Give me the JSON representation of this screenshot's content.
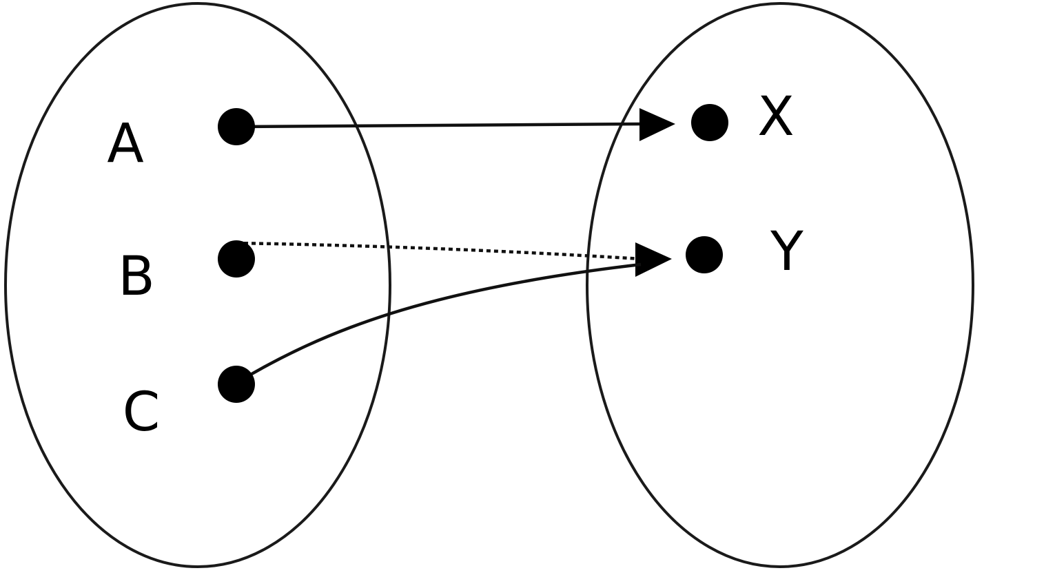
{
  "sets": {
    "domain": {
      "elements": [
        {
          "id": "a",
          "label": "A"
        },
        {
          "id": "b",
          "label": "B"
        },
        {
          "id": "c",
          "label": "C"
        }
      ]
    },
    "codomain": {
      "elements": [
        {
          "id": "x",
          "label": "X"
        },
        {
          "id": "y",
          "label": "Y"
        }
      ]
    }
  },
  "mappings": [
    {
      "from": "A",
      "to": "X",
      "style": "solid"
    },
    {
      "from": "B",
      "to": "Y",
      "style": "dotted"
    },
    {
      "from": "C",
      "to": "Y",
      "style": "solid"
    }
  ]
}
